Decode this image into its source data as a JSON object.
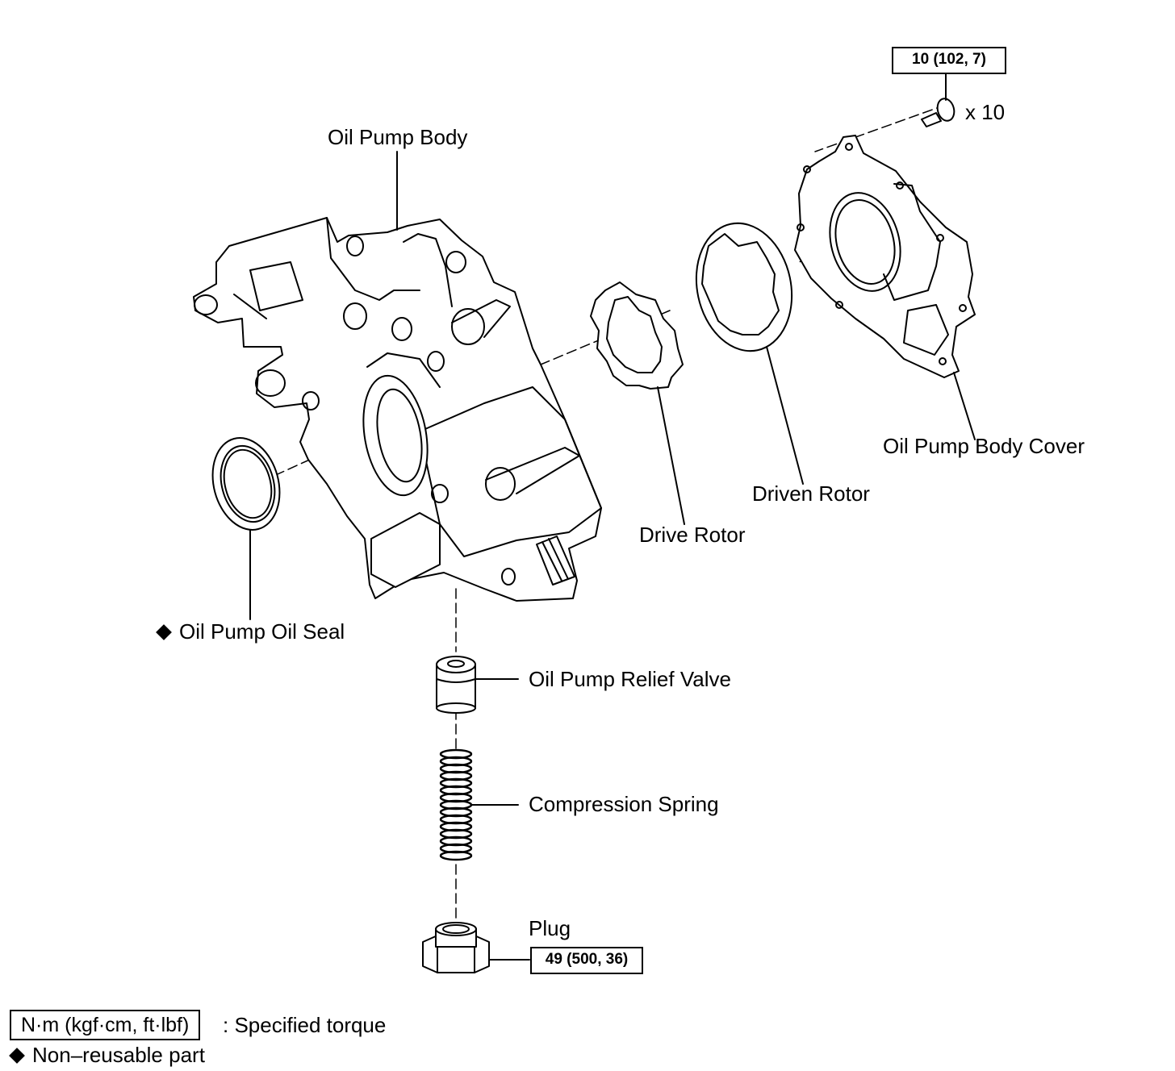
{
  "labels": {
    "oil_pump_body": "Oil Pump Body",
    "oil_pump_body_cover": "Oil Pump Body Cover",
    "driven_rotor": "Driven Rotor",
    "drive_rotor": "Drive Rotor",
    "oil_seal": "Oil Pump Oil Seal",
    "relief_valve": "Oil Pump Relief Valve",
    "compression_spring": "Compression Spring",
    "plug": "Plug"
  },
  "torque": {
    "cover_bolt": "10 (102, 7)",
    "cover_bolt_qty": "x 10",
    "plug": "49 (500, 36)"
  },
  "legend": {
    "torque_unit": "N·m (kgf·cm, ft·lbf)",
    "torque_desc": ": Specified torque",
    "non_reusable": "Non–reusable part"
  }
}
